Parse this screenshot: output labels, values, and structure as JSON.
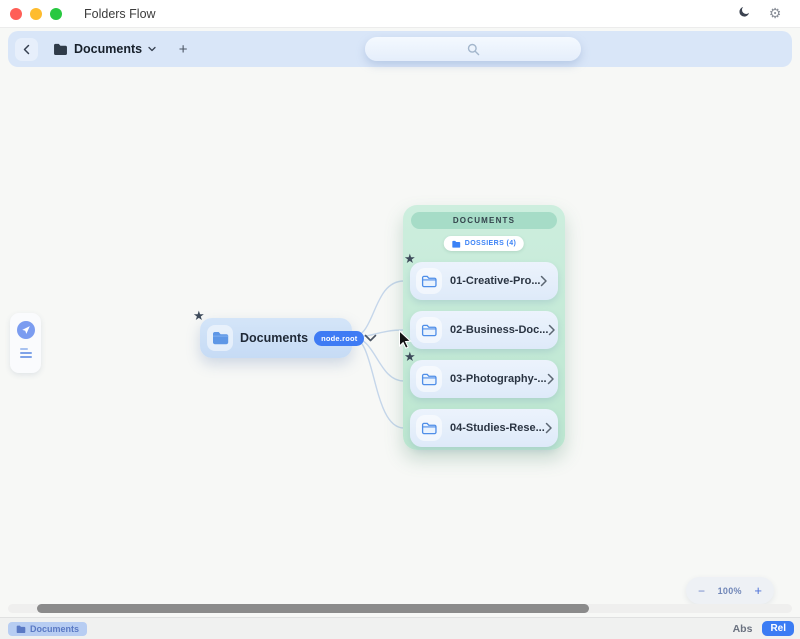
{
  "titlebar": {
    "title": "Folders Flow"
  },
  "toolbar": {
    "breadcrumb_label": "Documents",
    "add_label": "+"
  },
  "canvas": {
    "root_node": {
      "label": "Documents",
      "badge": "node.root",
      "starred": true
    },
    "panel": {
      "title": "DOCUMENTS",
      "counter_label": "DOSSIERS (4)",
      "items": [
        {
          "label": "01-Creative-Pro...",
          "starred": true
        },
        {
          "label": "02-Business-Doc...",
          "starred": false
        },
        {
          "label": "03-Photography-...",
          "starred": true
        },
        {
          "label": "04-Studies-Rese...",
          "starred": false
        }
      ]
    },
    "zoom_control": {
      "minus": "−",
      "level": "100%",
      "plus": "+"
    }
  },
  "bottombar": {
    "tab_label": "Documents",
    "abs_label": "Abs",
    "rel_label": "Rel"
  },
  "icons": {
    "star": "★"
  },
  "colors": {
    "accent_blue": "#3b7cf4",
    "toolbar_blue": "#d9e6f8",
    "node_blue": "#cde0f6",
    "panel_mint": "#c5e9d6",
    "panel_header_mint": "#a6dcc7",
    "folder_blue": "#4f8ee8",
    "scrollbar_thumb": "#8b8b8b",
    "traffic_red": "#ff5f57",
    "traffic_yellow": "#febc2e",
    "traffic_green": "#28c840"
  }
}
